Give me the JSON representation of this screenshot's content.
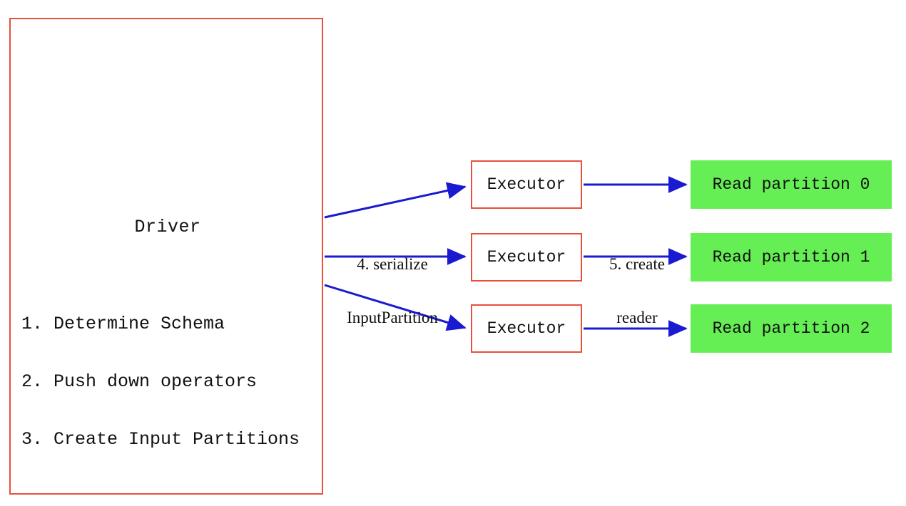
{
  "diagram": {
    "title_hidden": "Spark DataSource V2 read flow",
    "colors": {
      "box_border_red": "#e8503a",
      "arrow_blue": "#1a1ad0",
      "partition_green": "#66ee55",
      "text_black": "#111111",
      "background": "#ffffff"
    },
    "driver": {
      "label": "Driver",
      "steps": [
        "1. Determine Schema",
        "2. Push down operators",
        "3. Create Input Partitions"
      ]
    },
    "executors": [
      {
        "label": "Executor"
      },
      {
        "label": "Executor"
      },
      {
        "label": "Executor"
      }
    ],
    "partitions": [
      {
        "label": "Read partition 0"
      },
      {
        "label": "Read partition 1"
      },
      {
        "label": "Read partition 2"
      }
    ],
    "edge_labels": {
      "serialize": {
        "line1": "4. serialize",
        "line2": "InputPartition"
      },
      "create_reader": {
        "line1": "5. create",
        "line2": "reader"
      }
    }
  }
}
